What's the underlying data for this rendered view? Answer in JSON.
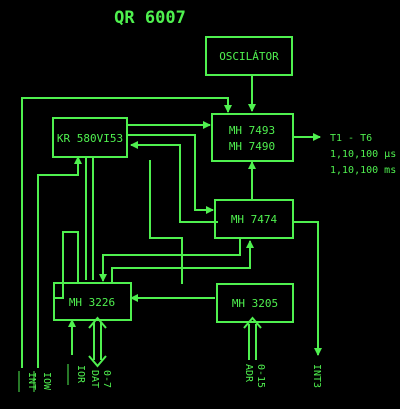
{
  "diagram": {
    "title": "QR 6007",
    "colors": {
      "line": "#4ff04f",
      "background": "#000000"
    },
    "blocks": {
      "oscillator": "OSCILÁTOR",
      "counter_line1": "MH 7493",
      "counter_line2": "MH 7490",
      "cpu": "KR 580VI53",
      "flipflop": "MH 7474",
      "bus": "MH 3226",
      "decoder": "MH 3205"
    },
    "outputs": {
      "line1": "T1 - T6",
      "line2": "1,10,100 µs",
      "line3": "1,10,100 ms"
    },
    "signals": {
      "int": "INT",
      "iow": "IOW",
      "ior": "IOR",
      "dat": "DAT",
      "dat_range": "0-7",
      "adr": "ADR",
      "adr_range": "0-15",
      "int3": "INT3"
    }
  }
}
